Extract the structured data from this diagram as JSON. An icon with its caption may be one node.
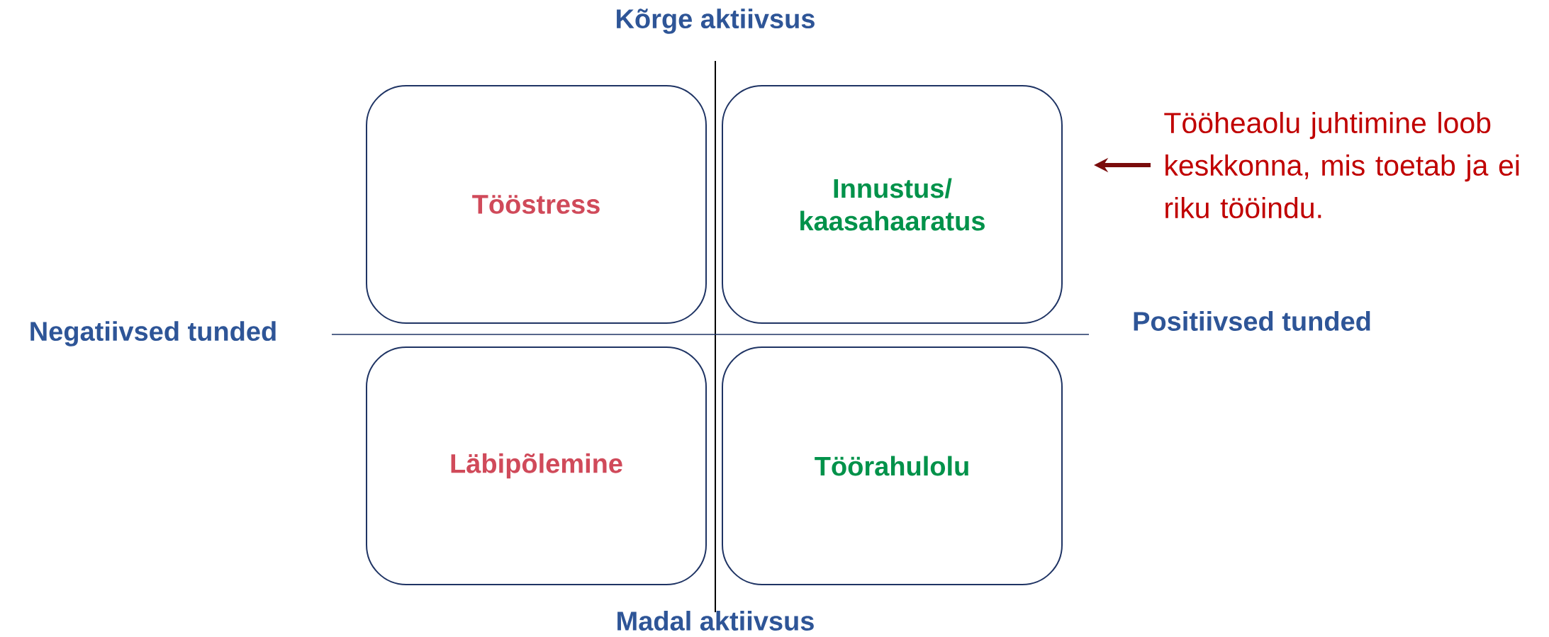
{
  "diagram": {
    "nodes": [
      {
        "text": [
          "Tööstress"
        ]
      },
      {
        "text": [
          "Innustus/ kaasahaaratus"
        ]
      },
      {
        "text": [
          "Läbipõlemine"
        ]
      },
      {
        "text": [
          "Töörahulolu"
        ]
      },
      {
        "text": [
          "Tööheaolu juhtimine loob keskkonna, mis toetab ja ei riku tööindu."
        ]
      }
    ],
    "edges": [
      {
        "from": 4,
        "to": 1,
        "arrow": "to",
        "color": "#7a0c0c"
      }
    ],
    "labels": [
      "Kõrge aktiivsus",
      "Negatiivsed tunded",
      "Positiivsed tunded",
      "Madal aktiivsus"
    ]
  }
}
